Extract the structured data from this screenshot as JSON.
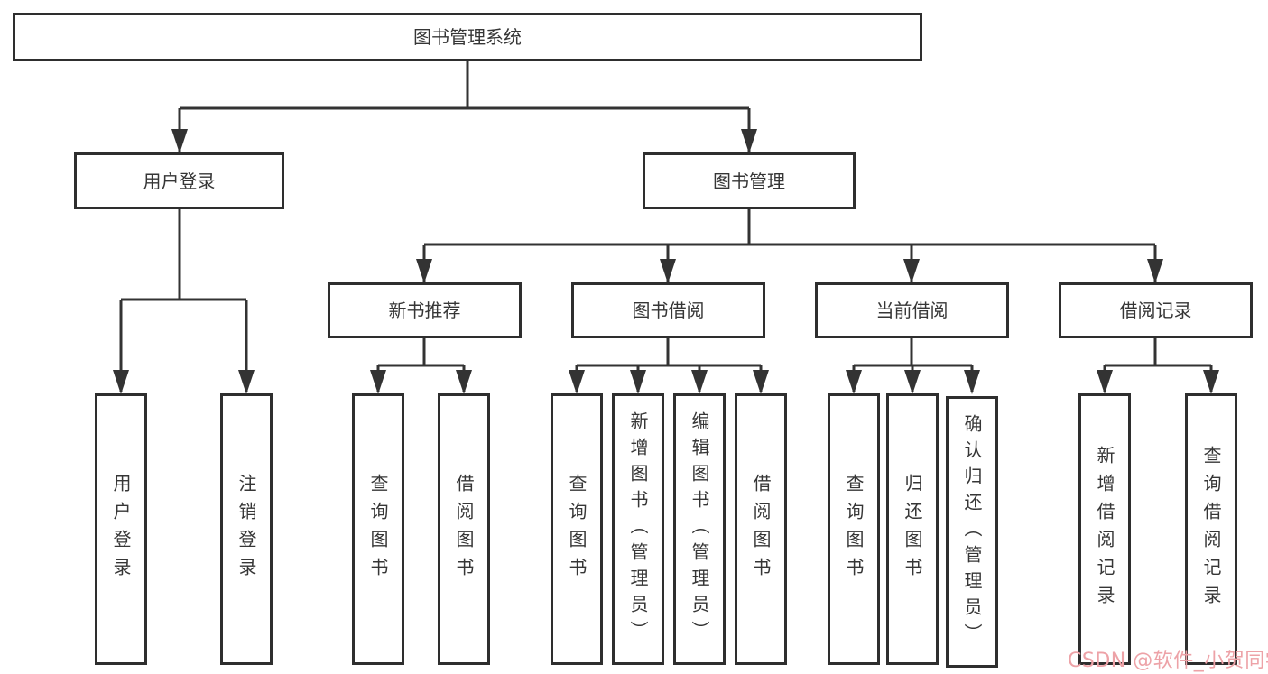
{
  "diagram": {
    "root": {
      "label": "图书管理系统"
    },
    "branches": [
      {
        "label": "用户登录",
        "children": [
          {
            "label": "用户登录"
          },
          {
            "label": "注销登录"
          }
        ]
      },
      {
        "label": "图书管理",
        "children": [
          {
            "label": "新书推荐",
            "children": [
              {
                "label": "查询图书"
              },
              {
                "label": "借阅图书"
              }
            ]
          },
          {
            "label": "图书借阅",
            "children": [
              {
                "label": "查询图书"
              },
              {
                "label": "新增图书（管理员）"
              },
              {
                "label": "编辑图书（管理员）"
              },
              {
                "label": "借阅图书"
              }
            ]
          },
          {
            "label": "当前借阅",
            "children": [
              {
                "label": "查询图书"
              },
              {
                "label": "归还图书"
              },
              {
                "label": "确认归还（管理员）"
              }
            ]
          },
          {
            "label": "借阅记录",
            "children": [
              {
                "label": "新增借阅记录"
              },
              {
                "label": "查询借阅记录"
              }
            ]
          }
        ]
      }
    ]
  },
  "watermark": {
    "text": "CSDN @软件_小贺同学",
    "color": "#eda2a7"
  },
  "colors": {
    "line": "#333333",
    "box_border": "#2e2e2e",
    "text": "#363636",
    "background": "#ffffff"
  }
}
